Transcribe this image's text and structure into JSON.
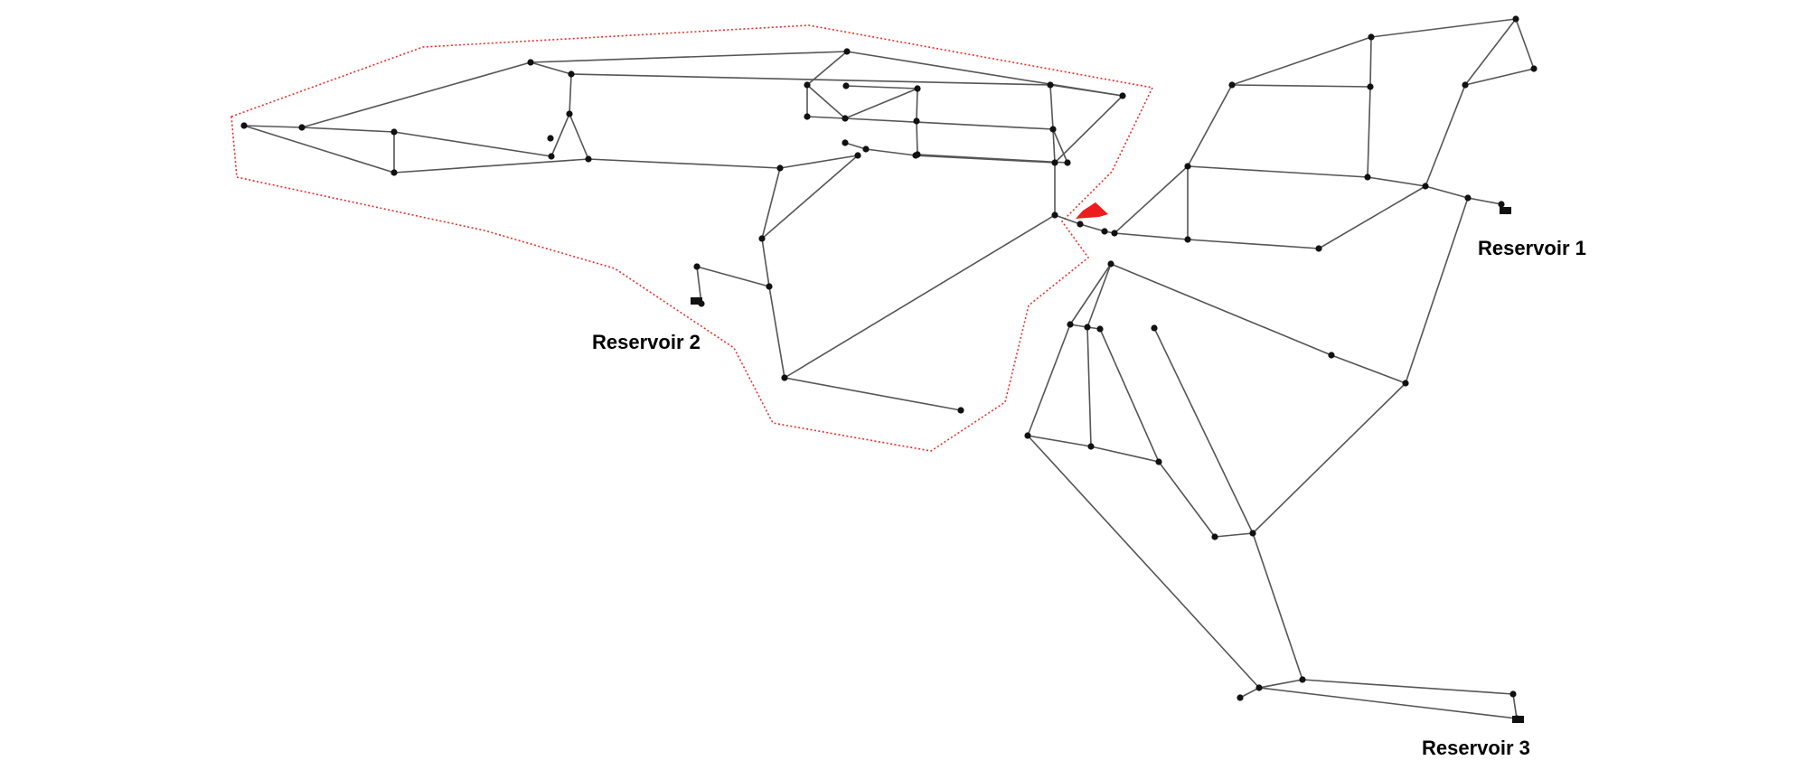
{
  "labels": {
    "reservoir_1": "Reservoir 1",
    "reservoir_2": "Reservoir 2",
    "reservoir_3": "Reservoir 3"
  },
  "colors": {
    "pipe": "#555555",
    "node": "#111111",
    "zone_boundary": "#e8302a",
    "arrow": "#ee1c1c"
  },
  "icons": {
    "marker": "arrow-icon",
    "reservoir": "reservoir-icon"
  }
}
